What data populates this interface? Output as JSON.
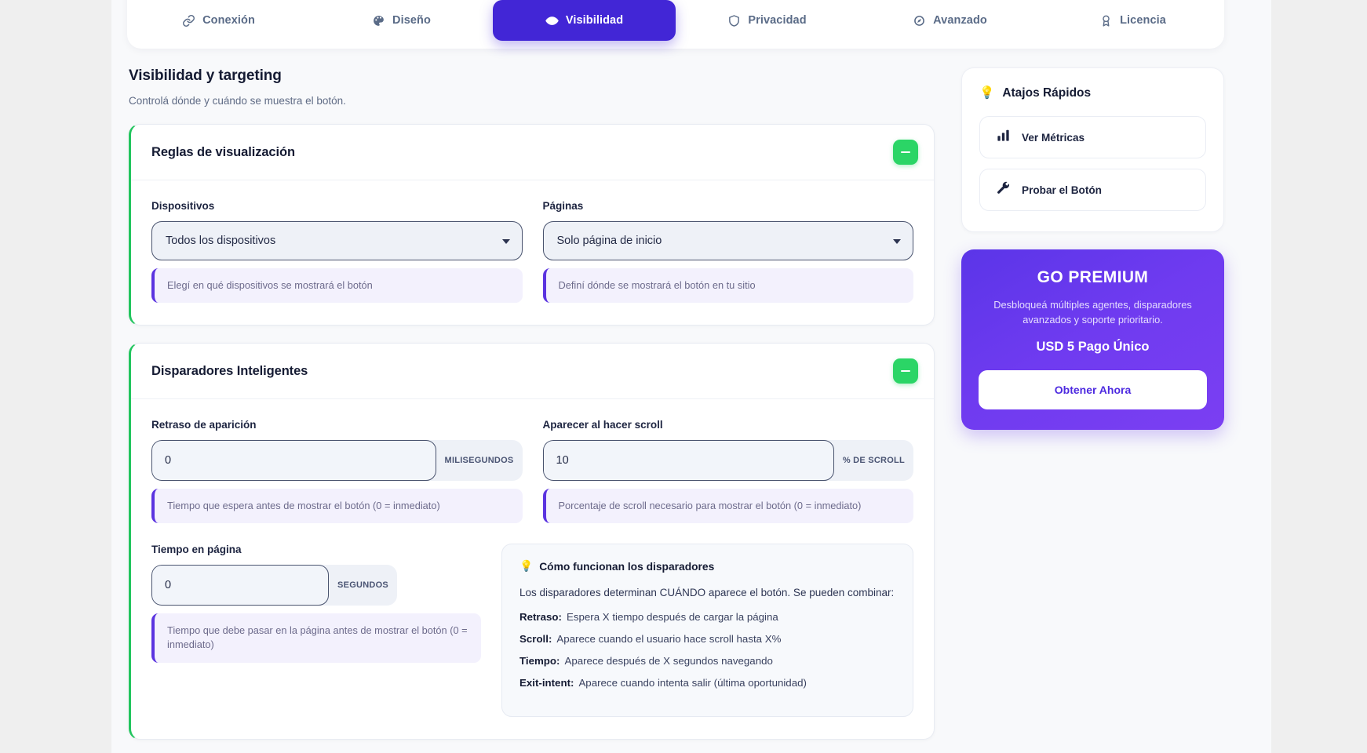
{
  "tabs": [
    {
      "label": "Conexión",
      "icon": "link-icon",
      "active": false
    },
    {
      "label": "Diseño",
      "icon": "palette-icon",
      "active": false
    },
    {
      "label": "Visibilidad",
      "icon": "eye-icon",
      "active": true
    },
    {
      "label": "Privacidad",
      "icon": "shield-icon",
      "active": false
    },
    {
      "label": "Avanzado",
      "icon": "gauge-icon",
      "active": false
    },
    {
      "label": "Licencia",
      "icon": "award-icon",
      "active": false
    }
  ],
  "header": {
    "title": "Visibilidad y targeting",
    "subtitle": "Controlá dónde y cuándo se muestra el botón."
  },
  "display_rules": {
    "title": "Reglas de visualización",
    "collapse_label": "−",
    "devices": {
      "label": "Dispositivos",
      "value": "Todos los dispositivos",
      "hint": "Elegí en qué dispositivos se mostrará el botón"
    },
    "pages": {
      "label": "Páginas",
      "value": "Solo página de inicio",
      "hint": "Definí dónde se mostrará el botón en tu sitio"
    }
  },
  "triggers": {
    "title": "Disparadores Inteligentes",
    "collapse_label": "−",
    "delay": {
      "label": "Retraso de aparición",
      "value": "0",
      "unit": "MILISEGUNDOS",
      "hint": "Tiempo que espera antes de mostrar el botón (0 = inmediato)"
    },
    "scroll": {
      "label": "Aparecer al hacer scroll",
      "value": "10",
      "unit": "% DE SCROLL",
      "hint": "Porcentaje de scroll necesario para mostrar el botón (0 = inmediato)"
    },
    "time_on_page": {
      "label": "Tiempo en página",
      "value": "0",
      "unit": "SEGUNDOS",
      "hint": "Tiempo que debe pasar en la página antes de mostrar el botón (0 = inmediato)"
    },
    "info": {
      "emoji": "💡",
      "title": "Cómo funcionan los disparadores",
      "lead": "Los disparadores determinan CUÁNDO aparece el botón. Se pueden combinar:",
      "items": [
        {
          "term": "Retraso:",
          "desc": "Espera X tiempo después de cargar la página"
        },
        {
          "term": "Scroll:",
          "desc": "Aparece cuando el usuario hace scroll hasta X%"
        },
        {
          "term": "Tiempo:",
          "desc": "Aparece después de X segundos navegando"
        },
        {
          "term": "Exit-intent:",
          "desc": "Aparece cuando intenta salir (última oportunidad)"
        }
      ]
    }
  },
  "sidebar": {
    "shortcuts_title": "Atajos Rápidos",
    "shortcuts_emoji": "💡",
    "shortcuts": [
      {
        "label": "Ver Métricas",
        "icon": "bar-chart-icon"
      },
      {
        "label": "Probar el Botón",
        "icon": "wrench-icon"
      }
    ],
    "premium": {
      "title": "GO PREMIUM",
      "description": "Desbloqueá múltiples agentes, disparadores avanzados y soporte prioritario.",
      "price": "USD 5 Pago Único",
      "cta": "Obtener Ahora"
    }
  },
  "colors": {
    "accent_purple": "#4226d6",
    "premium_purple": "#6f3bf0",
    "success_green": "#2bd566",
    "card_border_green": "#22c55e",
    "page_bg": "#f8f9fb",
    "outer_bg": "#efefef"
  }
}
